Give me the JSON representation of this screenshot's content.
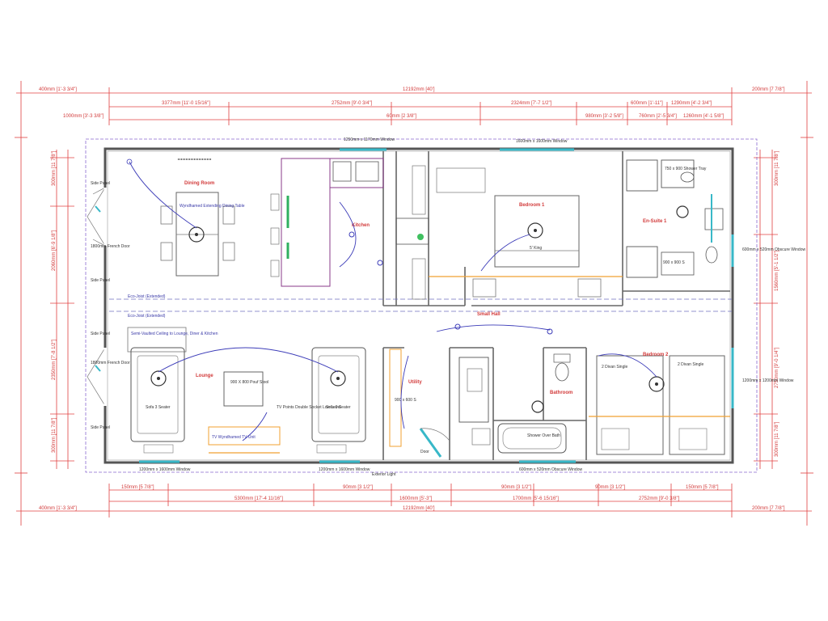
{
  "dims_top_outer": {
    "left": "400mm [1'-3 3/4\"]",
    "total": "12192mm [40']",
    "right": "200mm [7 7/8\"]"
  },
  "dims_top_mid": [
    "3377mm [11'-0 15/16\"]",
    "2752mm [9'-0 3/4\"]",
    "2324mm [7'-7 1/2\"]",
    "600mm [1'-11\"]",
    "1290mm [4'-2 3/4\"]"
  ],
  "dims_top_inner": [
    "1000mm [3'-3 3/8\"]",
    "60mm [2 3/8\"]",
    "980mm [3'-2 5/8\"]",
    "760mm [2'-5 3/4\"]",
    "1260mm [4'-1 5/8\"]"
  ],
  "dims_bottom_outer": {
    "left": "400mm [1'-3 3/4\"]",
    "total": "12192mm [40']",
    "right": "200mm [7 7/8\"]"
  },
  "dims_bottom_mid": [
    "5300mm [17'-4 11/16\"]",
    "1600mm [5'-3\"]",
    "1700mm [5'-6 15/16\"]",
    "2752mm [9'-0 3/8\"]"
  ],
  "dims_bottom_inner": [
    "150mm [5 7/8\"]",
    "90mm [3 1/2\"]",
    "90mm [3 1/2\"]",
    "90mm [3 1/2\"]",
    "150mm [5 7/8\"]"
  ],
  "dims_left": [
    "300mm [11 7/8\"]",
    "2060mm [6'-9 1/8\"]",
    "2350mm [7'-8 1/2\"]",
    "300mm [11 7/8\"]"
  ],
  "dims_right": [
    "300mm [11 7/8\"]",
    "1560mm [5'-1 1/2\"]",
    "2750mm [9'-0 1/4\"]",
    "300mm [11 7/8\"]"
  ],
  "rooms": {
    "dining": "Dining Room",
    "kitchen": "Kitchen",
    "bedroom1": "Bedroom 1",
    "ensuite": "En-Suite 1",
    "lounge": "Lounge",
    "utility": "Utility",
    "bathroom": "Bathroom",
    "bedroom2": "Bedroom 2",
    "hall": "Small Hall"
  },
  "labels": {
    "dining_table": "Wyndhamed Extending Dining Table",
    "beam_top": "Eco-Joist (Extended)",
    "beam_bottom": "Eco-Joist (Extended)",
    "vaulted": "Semi-Vaulted Ceiling to Lounge, Diner & Kitchen",
    "pouf": "900 X 800 Pouf Stool",
    "sofa1": "Sofa 3 Seater",
    "sofa2": "Sofa 3 Seater",
    "tv_unit": "TV Wyndhamed TV Unit",
    "tv_points": "TV Points Double Socket Low Level",
    "window_top": "1250mm x 1170mm Window",
    "window_top2": "1600mm x 1600mm Window",
    "window_right1": "600mm x 520mm Obscure Window",
    "window_right2": "1200mm x 1200mm Window",
    "window_bl": "1200mm x 1600mm Window",
    "window_bm": "1200mm x 1600mm Window",
    "window_br": "600mm x 520mm Obscure Window",
    "french_left": "1800mm French Door",
    "french_left2": "1800mm French Door",
    "side_panel": "Side Panel",
    "exterior_light": "Exterior Light",
    "door": "Door",
    "double_single": "2 Divan Single",
    "bath": "Shower Over Bath",
    "shower_tray": "750 x 900 Shower Tray",
    "bed_king": "5' King",
    "ensuite_shower": "900 x 900 S",
    "utility_unit": "900 x 600 S"
  }
}
